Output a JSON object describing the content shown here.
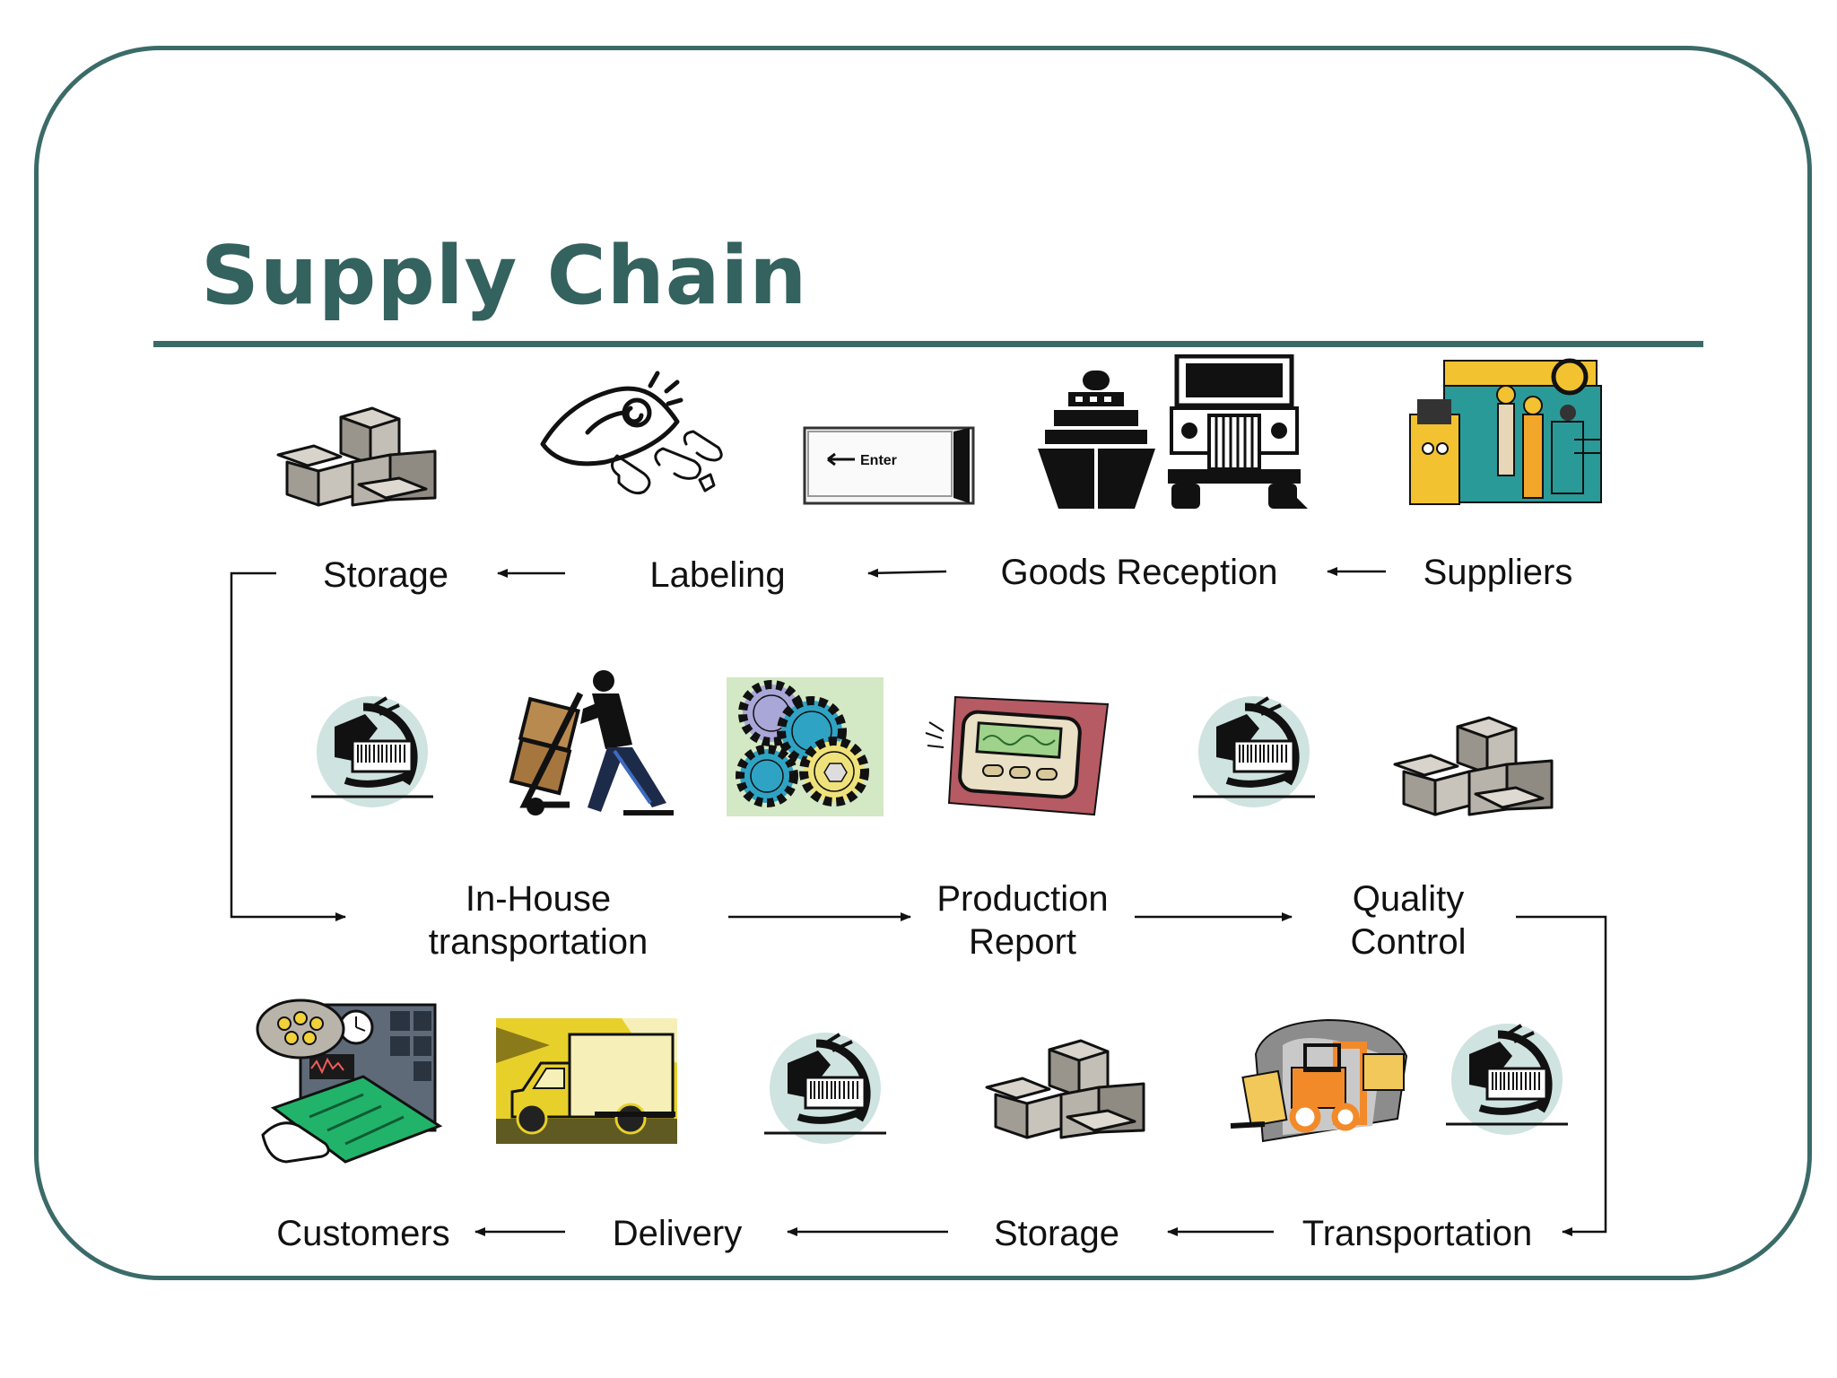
{
  "title": "Supply Chain",
  "colors": {
    "accent": "#3b6b68",
    "title": "#34625e"
  },
  "row1": {
    "storage": "Storage",
    "labeling": "Labeling",
    "goods_reception": "Goods Reception",
    "suppliers": "Suppliers"
  },
  "row2": {
    "in_house": "In-House\ntransportation",
    "production_report": "Production\nReport",
    "quality_control": "Quality\nControl"
  },
  "row3": {
    "customers": "Customers",
    "delivery": "Delivery",
    "storage": "Storage",
    "transportation": "Transportation"
  },
  "enter_key": "Enter",
  "icons": [
    "boxes-icon",
    "label-paperclips-icon",
    "enter-key-icon",
    "ship-icon",
    "truck-icon",
    "factory-workers-icon",
    "barcode-scanner-icon",
    "hand-truck-worker-icon",
    "gears-icon",
    "pager-device-icon",
    "barcode-scanner-icon",
    "boxes-icon",
    "circuit-board-icon",
    "delivery-truck-icon",
    "barcode-scanner-icon",
    "boxes-icon",
    "forklift-icon",
    "barcode-scanner-icon"
  ]
}
